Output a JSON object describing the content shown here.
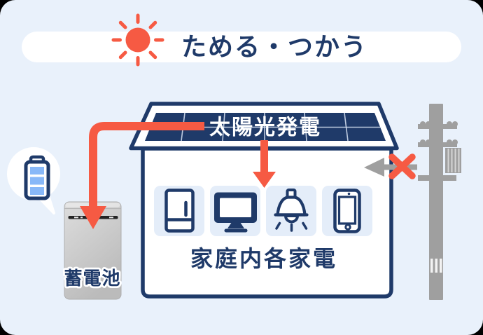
{
  "banner": {
    "title": "ためる・つかう",
    "icon": "sun-icon",
    "pill_color": "#ffffff"
  },
  "house": {
    "roof_label": "太陽光発電",
    "appliances_label": "家庭内各家電",
    "appliance_icons": [
      "refrigerator-icon",
      "tv-icon",
      "pendant-light-icon",
      "smartphone-icon"
    ],
    "generation_arrow": "down"
  },
  "battery": {
    "label": "蓄電池",
    "bubble_icon": "battery-level-icon",
    "charge_arrow": "roof-to-battery"
  },
  "grid": {
    "pole_icon": "utility-pole-icon",
    "arrow_icon": "left-arrow-icon",
    "blocked_icon": "cross-icon"
  },
  "colors": {
    "background": "#e9f1fb",
    "navy": "#1f3a69",
    "accent_red": "#f65a43",
    "gray": "#9f9f9f",
    "tile_blue": "#e4edf9",
    "battery_bar_blue": "#88b8f8"
  }
}
